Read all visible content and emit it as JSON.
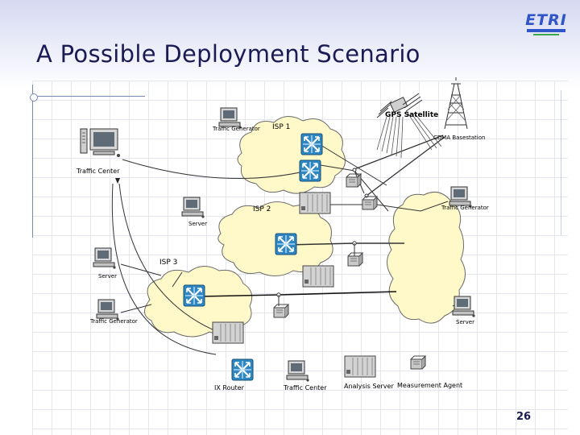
{
  "slide": {
    "title": "A Possible Deployment Scenario",
    "page_number": "26"
  },
  "logo": {
    "text": "ETRI"
  },
  "diagram": {
    "labels": {
      "gps": "GPS Satellite",
      "cdma": "CDMA Basestation",
      "isp1": "ISP 1",
      "isp2": "ISP 2",
      "isp3": "ISP 3",
      "traffic_generator_top": "Traffic Generator",
      "traffic_center_left": "Traffic Center",
      "server_mid": "Server",
      "traffic_generator_right": "Traffic Generator",
      "server_left": "Server",
      "traffic_generator_left": "Traffic Generator",
      "server_right": "Server"
    },
    "legend": {
      "ix_router": "IX Router",
      "traffic_center": "Traffic Center",
      "analysis_server": "Analysis Server",
      "measurement_agent": "Measurement Agent"
    }
  }
}
